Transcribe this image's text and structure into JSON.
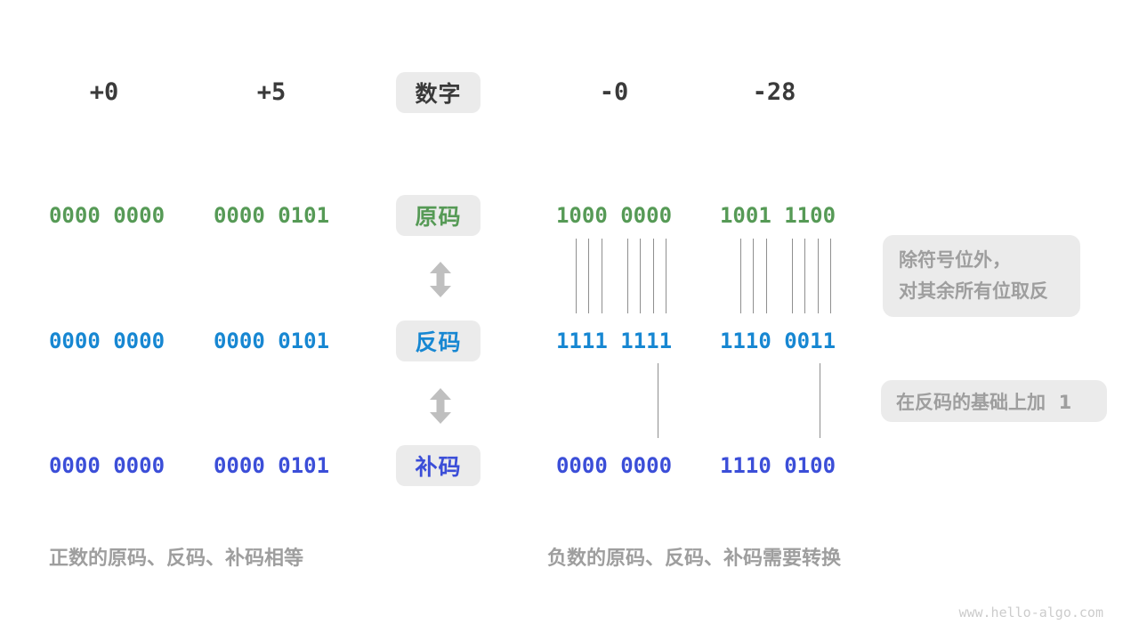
{
  "palette": {
    "green": "#569a56",
    "blue": "#1787d2",
    "indigo": "#3b4ed8",
    "dark": "#3a3a3a",
    "badge-bg": "#ebebeb",
    "note-gray": "#9e9e9e",
    "arrow-gray": "#bfbfbf",
    "line-gray": "#8f8f8f",
    "watermark-gray": "#cccccc"
  },
  "header": {
    "badge": "数字",
    "numbers": [
      "+0",
      "+5",
      "-0",
      "-28"
    ]
  },
  "rows": [
    {
      "badge": "原码",
      "values": [
        "0000 0000",
        "0000 0101",
        "1000 0000",
        "1001 1100"
      ]
    },
    {
      "badge": "反码",
      "values": [
        "0000 0000",
        "0000 0101",
        "1111 1111",
        "1110 0011"
      ]
    },
    {
      "badge": "补码",
      "values": [
        "0000 0000",
        "0000 0101",
        "0000 0000",
        "1110 0100"
      ]
    }
  ],
  "annotations": {
    "flip_note_line1": "除符号位外，",
    "flip_note_line2": "对其余所有位取反",
    "add_one_note": "在反码的基础上加  1"
  },
  "captions": {
    "positive": "正数的原码、反码、补码相等",
    "negative": "负数的原码、反码、补码需要转换"
  },
  "watermark": "www.hello-algo.com"
}
